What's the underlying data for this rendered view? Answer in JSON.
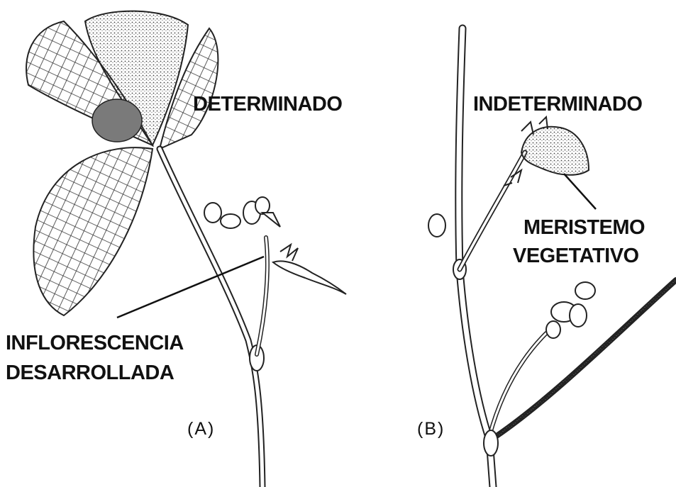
{
  "panel_a": {
    "label_type": "DETERMINADO",
    "label_inflorescence_line1": "INFLORESCENCIA",
    "label_inflorescence_line2": "DESARROLLADA",
    "tag": "(A)"
  },
  "panel_b": {
    "label_type": "INDETERMINADO",
    "label_meristem_line1": "MERISTEMO",
    "label_meristem_line2": "VEGETATIVO",
    "tag": "(B)"
  },
  "colors": {
    "ink": "#111111",
    "paper": "#ffffff",
    "leaf_shade": "#7a7a7a"
  }
}
